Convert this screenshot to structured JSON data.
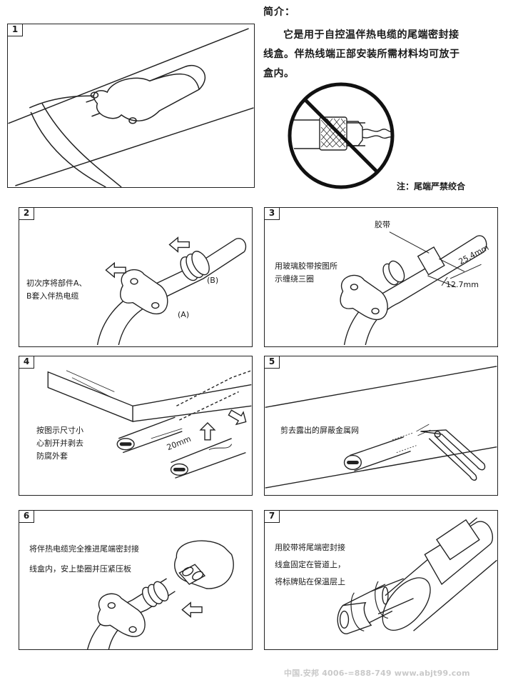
{
  "intro": {
    "title": "简介：",
    "line1": "它是用于自控温伴热电缆的尾端密封接",
    "line2": "线盒。伴热线端正部安装所需材料均可放于",
    "line3": "盒内。"
  },
  "note": "注：尾端严禁绞合",
  "steps": [
    {
      "number": "1"
    },
    {
      "number": "2",
      "line1": "初次序将部件A、",
      "line2": "B套入伴热电缆",
      "label_a": "(A)",
      "label_b": "(B)"
    },
    {
      "number": "3",
      "line1": "用玻璃胶带按图所",
      "line2": "示缠绕三圈",
      "tape_label": "胶带",
      "dim1": "25.4mm",
      "dim2": "12.7mm"
    },
    {
      "number": "4",
      "line1": "按图示尺寸小",
      "line2": "心割开并剥去",
      "line3": "防腐外套",
      "dim": "20mm"
    },
    {
      "number": "5",
      "line1": "剪去露出的屏蔽金属网"
    },
    {
      "number": "6",
      "line1": "将伴热电缆完全推进尾端密封接",
      "line2": "线盒内，安上垫圈并压紧压板"
    },
    {
      "number": "7",
      "line1": "用胶带将尾端密封接",
      "line2": "线盒固定在管道上，",
      "line3": "将标牌贴在保温层上"
    }
  ],
  "watermark": "中国.安邦 4006-=888-749 www.abjt99.com"
}
